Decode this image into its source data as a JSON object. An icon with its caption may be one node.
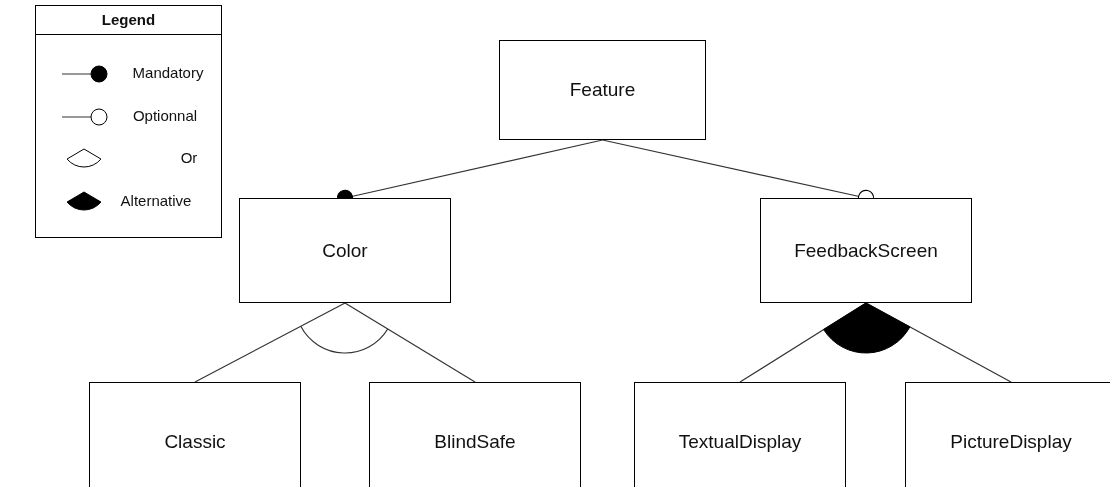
{
  "diagram": {
    "nodes": [
      {
        "text": [
          "Feature"
        ]
      },
      {
        "text": [
          "Color"
        ]
      },
      {
        "text": [
          "FeedbackScreen"
        ]
      },
      {
        "text": [
          "Classic"
        ]
      },
      {
        "text": [
          "BlindSafe"
        ]
      },
      {
        "text": [
          "TextualDisplay"
        ]
      },
      {
        "text": [
          "PictureDisplay"
        ]
      }
    ],
    "edges": [
      {
        "from": 0,
        "to": 1,
        "arrow": "other"
      },
      {
        "from": 0,
        "to": 2,
        "arrow": "other"
      },
      {
        "from": 1,
        "to": 3,
        "arrow": "none"
      },
      {
        "from": 1,
        "to": 4,
        "arrow": "none"
      },
      {
        "from": 2,
        "to": 5,
        "arrow": "none"
      },
      {
        "from": 2,
        "to": 6,
        "arrow": "none"
      }
    ],
    "labels": [
      "Legend"
    ],
    "legend": [
      {
        "text": "Mandatory"
      },
      {
        "text": "Optionnal"
      },
      {
        "text": "Or"
      },
      {
        "text": "Alternative"
      }
    ]
  }
}
